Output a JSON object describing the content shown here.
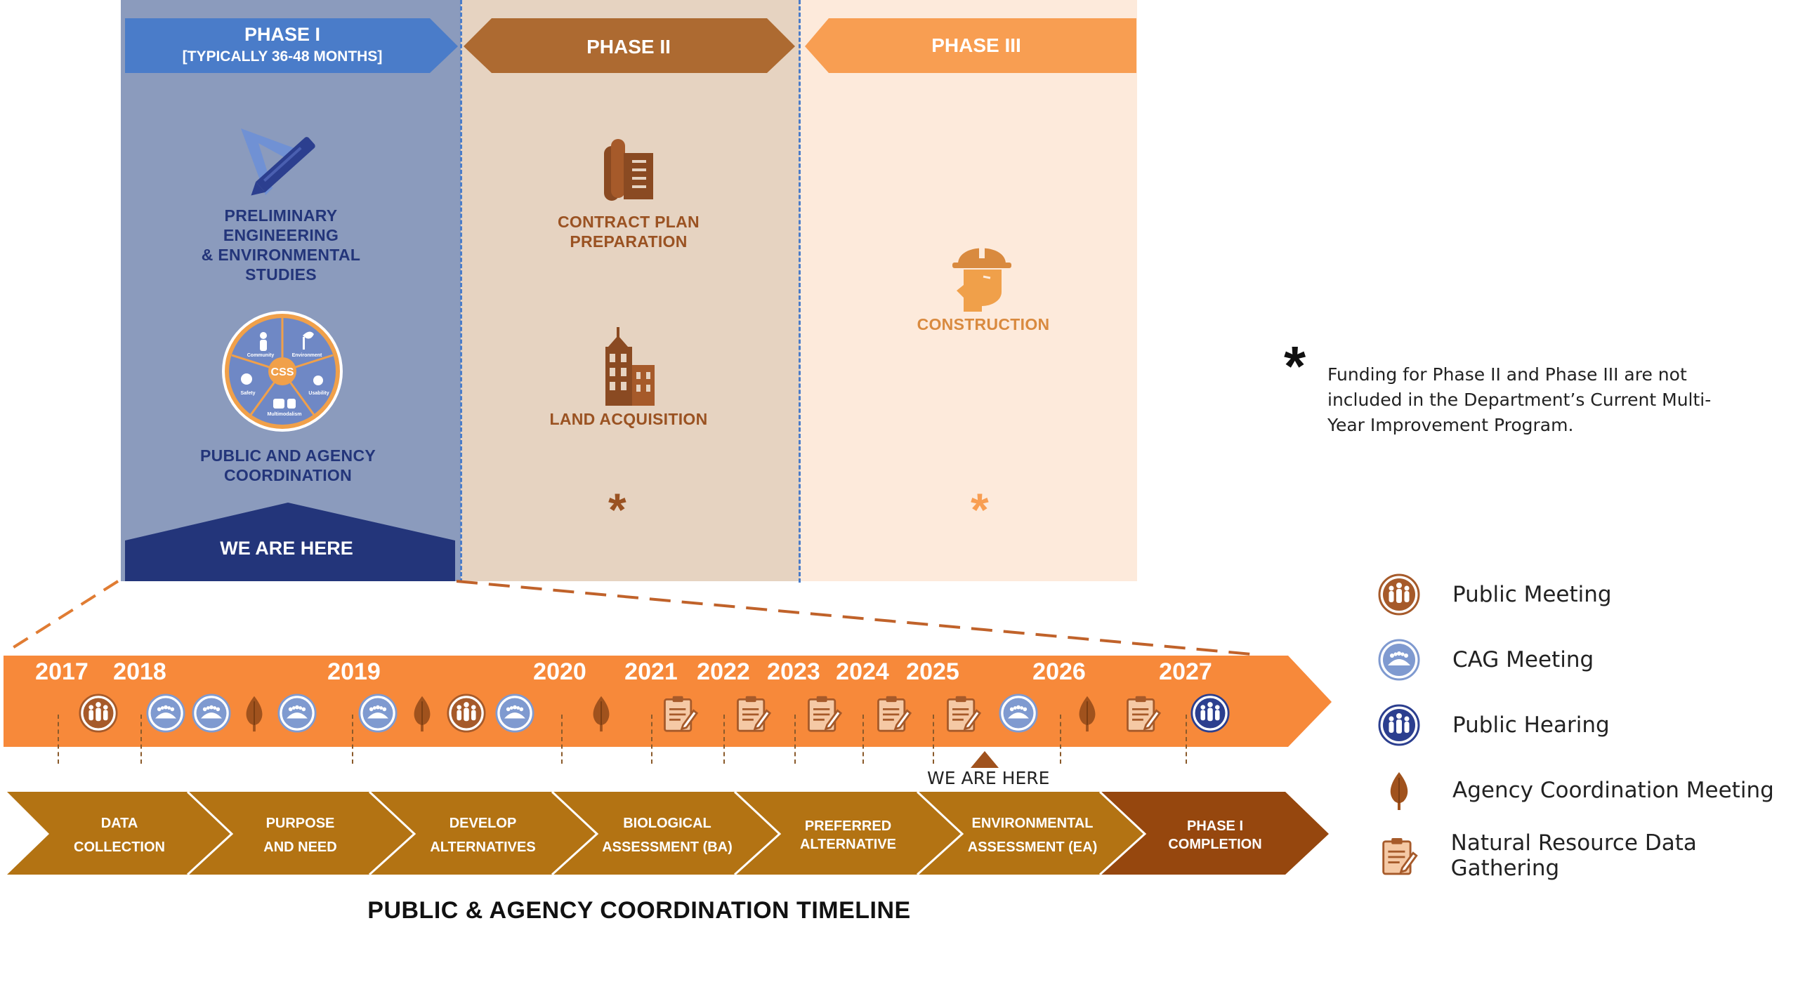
{
  "phases": [
    {
      "title": "PHASE I",
      "subtitle": "[TYPICALLY 36-48 MONTHS]",
      "color": "#4a7cc9",
      "bg": "#8b9bbd"
    },
    {
      "title": "PHASE II",
      "subtitle": "",
      "color": "#ad6a31",
      "bg": "#e6d3c1"
    },
    {
      "title": "PHASE III",
      "subtitle": "",
      "color": "#f89e52",
      "bg": "#fdeadb"
    }
  ],
  "phase1": {
    "engineering_label_1": "PRELIMINARY",
    "engineering_label_2": "ENGINEERING",
    "engineering_label_3": "& ENVIRONMENTAL",
    "engineering_label_4": "STUDIES",
    "css_center": "CSS",
    "css_labels": [
      "Community",
      "Environment",
      "Safety",
      "Usability",
      "Multimodalism"
    ],
    "coordination_label_1": "PUBLIC AND AGENCY",
    "coordination_label_2": "COORDINATION",
    "we_are_here": "WE ARE HERE"
  },
  "phase2": {
    "contract_label_1": "CONTRACT PLAN",
    "contract_label_2": "PREPARATION",
    "land_label": "LAND ACQUISITION",
    "asterisk": "*"
  },
  "phase3": {
    "construction_label": "CONSTRUCTION",
    "asterisk": "*"
  },
  "footnote": {
    "asterisk": "*",
    "line1": "Funding for Phase II and Phase III are not",
    "line2": "included in the Department’s Current Multi-",
    "line3": "Year Improvement Program."
  },
  "timeline": {
    "years": [
      "2017",
      "2018",
      "2019",
      "2020",
      "2021",
      "2022",
      "2023",
      "2024",
      "2025",
      "2026",
      "2027"
    ],
    "events": [
      "public-meeting",
      "cag-meeting",
      "cag-meeting",
      "agency-coordination",
      "cag-meeting",
      "cag-meeting",
      "agency-coordination",
      "public-meeting",
      "cag-meeting",
      "agency-coordination",
      "natural-resource",
      "natural-resource",
      "natural-resource",
      "natural-resource",
      "natural-resource",
      "cag-meeting",
      "agency-coordination",
      "natural-resource",
      "public-hearing"
    ],
    "we_are_here": "WE ARE HERE",
    "bar_color": "#f7893a"
  },
  "stages": [
    {
      "line1": "DATA",
      "line2": "COLLECTION"
    },
    {
      "line1": "PURPOSE",
      "line2": "AND NEED"
    },
    {
      "line1": "DEVELOP",
      "line2": "ALTERNATIVES"
    },
    {
      "line1": "BIOLOGICAL",
      "line2": "ASSESSMENT (BA)"
    },
    {
      "line1": "PREFERRED",
      "line2": "ALTERNATIVE"
    },
    {
      "line1": "ENVIRONMENTAL",
      "line2": "ASSESSMENT (EA)"
    },
    {
      "line1": "PHASE I",
      "line2": "COMPLETION"
    }
  ],
  "timeline_title": "PUBLIC & AGENCY COORDINATION TIMELINE",
  "legend": [
    {
      "icon": "public-meeting",
      "label": "Public Meeting"
    },
    {
      "icon": "cag-meeting",
      "label": "CAG Meeting"
    },
    {
      "icon": "public-hearing",
      "label": "Public Hearing"
    },
    {
      "icon": "agency-coordination",
      "label": "Agency Coordination Meeting"
    },
    {
      "icon": "natural-resource",
      "label": "Natural Resource Data Gathering"
    }
  ]
}
